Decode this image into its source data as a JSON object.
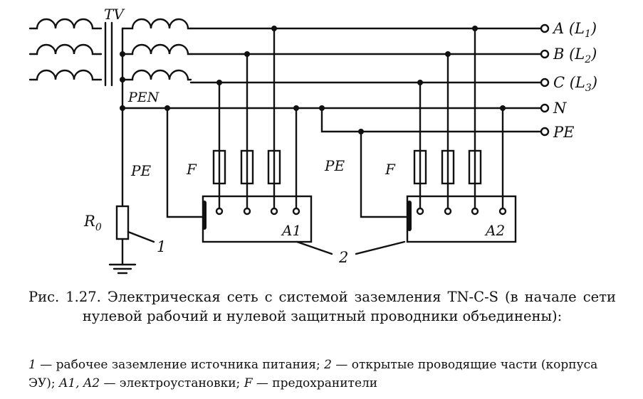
{
  "labels": {
    "transformer": "TV",
    "pen": "PEN",
    "phase_a": "A (L",
    "phase_a_sub": "1",
    "phase_a_close": ")",
    "phase_b": "B (L",
    "phase_b_sub": "2",
    "phase_b_close": ")",
    "phase_c": "C (L",
    "phase_c_sub": "3",
    "phase_c_close": ")",
    "neutral": "N",
    "pe_terminal": "PE",
    "pe_left": "PE",
    "pe_right": "PE",
    "fuse_left": "F",
    "fuse_right": "F",
    "resistor": "R",
    "resistor_sub": "0",
    "callout_1": "1",
    "callout_2": "2",
    "unit_a1": "A1",
    "unit_a2": "A2"
  },
  "caption": {
    "title": "Рис. 1.27. Электрическая сеть с системой заземления TN-C-S (в начале сети нулевой рабочий и нулевой защитный проводники объединены):",
    "legend_1_num": "1",
    "legend_1_text": " — рабочее заземление источника питания; ",
    "legend_2_num": "2",
    "legend_2_text": " — открытые проводящие части (корпуса ЭУ); ",
    "legend_a": "A1, A2",
    "legend_a_text": " — электроустановки; ",
    "legend_f": "F",
    "legend_f_text": " — предохранители"
  }
}
